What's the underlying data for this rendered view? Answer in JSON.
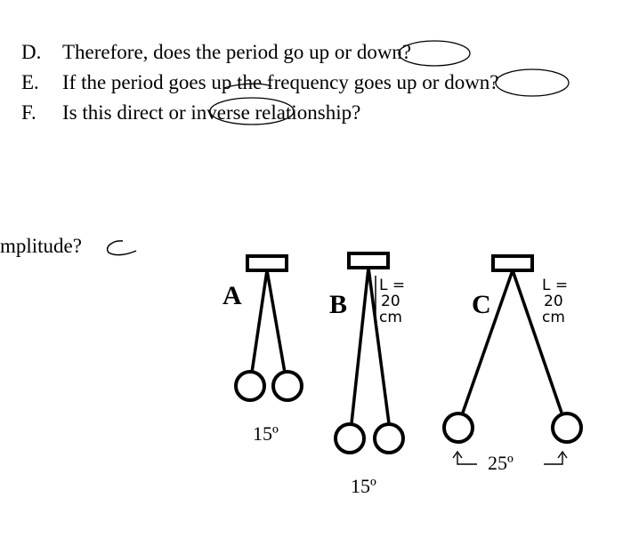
{
  "questions": [
    {
      "letter": "D.",
      "text": "Therefore, does the period go up or down?"
    },
    {
      "letter": "E.",
      "text": "If the period goes up the frequency goes up or down?"
    },
    {
      "letter": "F.",
      "text": "Is this direct or inverse relationship?"
    }
  ],
  "amplitude_question": "mplitude?",
  "pendulums": [
    {
      "label": "A",
      "angle": "15º"
    },
    {
      "label": "B",
      "angle": "15º",
      "length": [
        "L =",
        "20",
        "cm"
      ]
    },
    {
      "label": "C",
      "angle": "25º",
      "length": [
        "L =",
        "20",
        "cm"
      ]
    }
  ]
}
